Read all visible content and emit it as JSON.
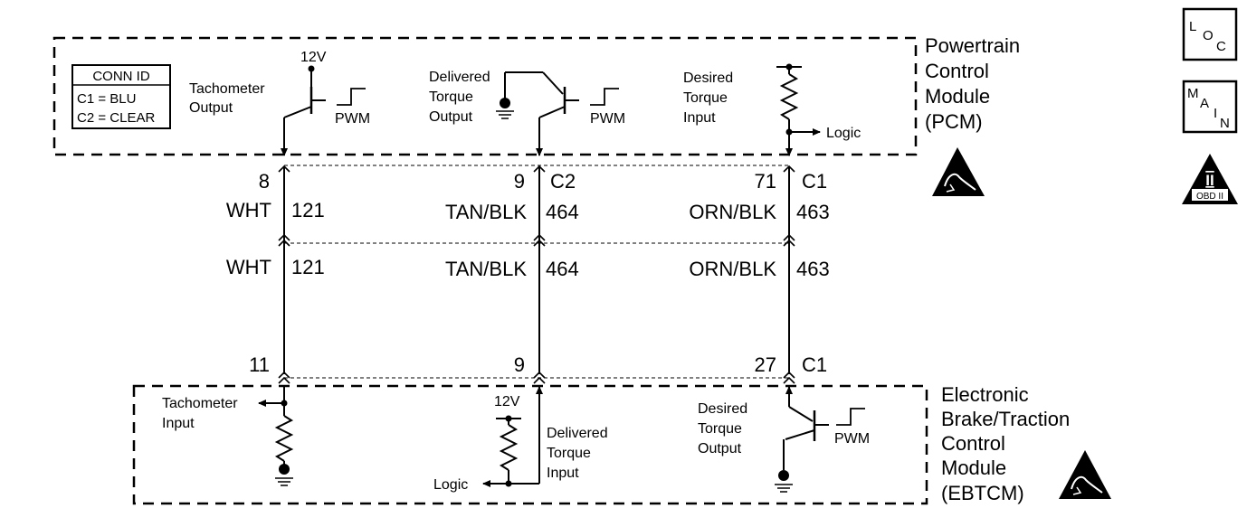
{
  "pcm": {
    "name_lines": [
      "Powertrain",
      "Control",
      "Module",
      "(PCM)"
    ],
    "conn_id": {
      "title": "CONN ID",
      "c1": "C1 = BLU",
      "c2": "C2 = CLEAR"
    },
    "tach_output": [
      "Tachometer",
      "Output"
    ],
    "tach_supply": "12V",
    "pwm1": "PWM",
    "delivered_output": [
      "Delivered",
      "Torque",
      "Output"
    ],
    "pwm2": "PWM",
    "desired_input": [
      "Desired",
      "Torque",
      "Input"
    ],
    "logic": "Logic"
  },
  "ebtcm": {
    "name_lines": [
      "Electronic",
      "Brake/Traction",
      "Control",
      "Module",
      "(EBTCM)"
    ],
    "tach_input": [
      "Tachometer",
      "Input"
    ],
    "supply": "12V",
    "delivered_input": [
      "Delivered",
      "Torque",
      "Input"
    ],
    "logic": "Logic",
    "desired_output": [
      "Desired",
      "Torque",
      "Output"
    ],
    "pwm": "PWM"
  },
  "circuits": [
    {
      "pcm_pin": "8",
      "pcm_conn": "",
      "color": "WHT",
      "circuit": "121",
      "ebtcm_pin": "11",
      "ebtcm_conn": ""
    },
    {
      "pcm_pin": "9",
      "pcm_conn": "C2",
      "color": "TAN/BLK",
      "circuit": "464",
      "ebtcm_pin": "9",
      "ebtcm_conn": ""
    },
    {
      "pcm_pin": "71",
      "pcm_conn": "C1",
      "color": "ORN/BLK",
      "circuit": "463",
      "ebtcm_pin": "27",
      "ebtcm_conn": "C1"
    }
  ],
  "badges": {
    "loc": [
      "L",
      "O",
      "C"
    ],
    "main": [
      "M",
      "A",
      "I",
      "N"
    ],
    "obd": {
      "numeral": "II",
      "caption": "OBD II"
    }
  }
}
